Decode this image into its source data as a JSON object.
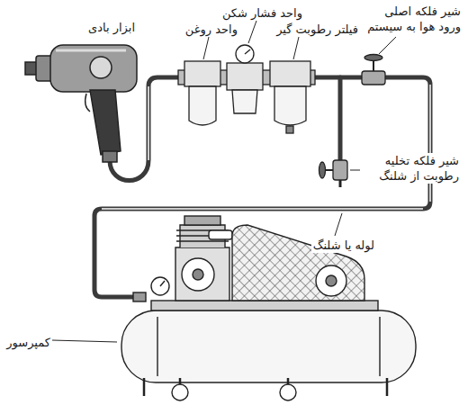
{
  "diagram": {
    "labels": [
      "ابزار بادی",
      "واحد فشار شکن",
      "واحد روغن",
      "فیلتر رطوبت گیر",
      "شیر فلکه اصلی ورود هوا به سیستم",
      "شیر فلکه تخلیه رطوبت از شلنگ",
      "لوله یا شلنگ",
      "کمپرسور"
    ]
  }
}
